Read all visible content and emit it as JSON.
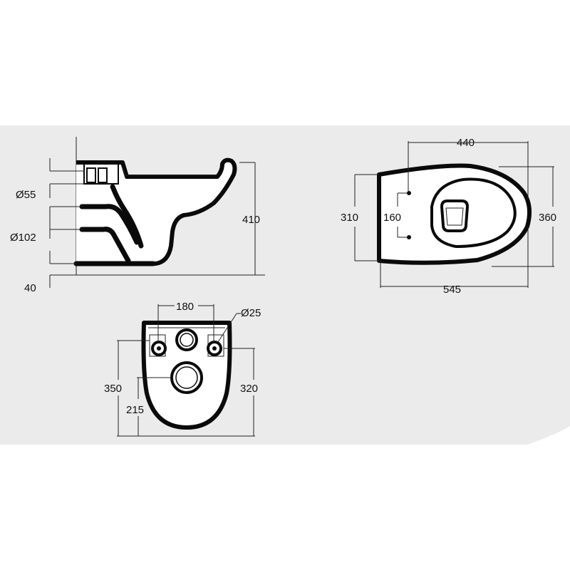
{
  "colors": {
    "background": "#ebebeb",
    "line": "#0a0a0a",
    "fill": "#ffffff"
  },
  "side_view": {
    "d55": "Ø55",
    "d102": "Ø102",
    "h410": "410",
    "h40": "40"
  },
  "top_view": {
    "w440": "440",
    "w545": "545",
    "h310": "310",
    "h160": "160",
    "h360": "360"
  },
  "rear_view": {
    "w180": "180",
    "d25": "Ø25",
    "h350": "350",
    "h215": "215",
    "h320": "320"
  }
}
